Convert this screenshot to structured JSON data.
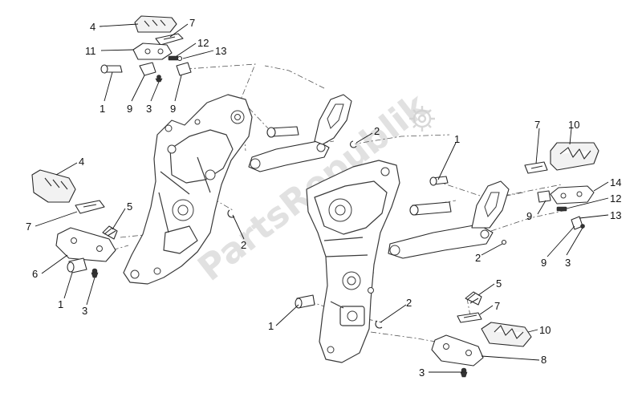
{
  "watermark": {
    "text": "PartsRepublik",
    "icon": "gear-icon"
  },
  "callouts": {
    "c1": "4",
    "c2": "7",
    "c3": "11",
    "c4": "12",
    "c5": "13",
    "c6": "1",
    "c7": "9",
    "c8": "3",
    "c9": "9",
    "c10": "2",
    "c11": "4",
    "c12": "7",
    "c13": "5",
    "c14": "6",
    "c15": "1",
    "c16": "3",
    "c17": "2",
    "c18": "1",
    "c19": "7",
    "c20": "10",
    "c21": "14",
    "c22": "12",
    "c23": "9",
    "c24": "13",
    "c25": "9",
    "c26": "3",
    "c27": "2",
    "c28": "1",
    "c29": "2",
    "c30": "5",
    "c31": "7",
    "c32": "10",
    "c33": "8",
    "c34": "3"
  }
}
